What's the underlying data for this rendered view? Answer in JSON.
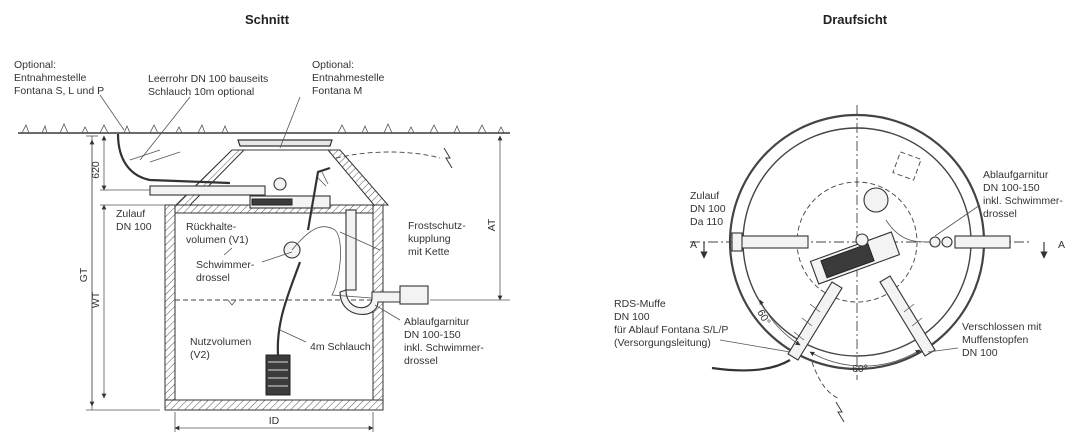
{
  "section_view": {
    "title": "Schnitt",
    "labels": {
      "optional_left": [
        "Optional:",
        "Entnahmestelle",
        "Fontana S, L und P"
      ],
      "leerrohr": [
        "Leerrohr DN 100 bauseits",
        "Schlauch 10m optional"
      ],
      "optional_right": [
        "Optional:",
        "Entnahmestelle",
        "Fontana M"
      ],
      "zulauf": [
        "Zulauf",
        "DN 100"
      ],
      "rueckhaltevolumen": [
        "Rückhalte-",
        "volumen (V1)"
      ],
      "frostschutz": [
        "Frostschutz-",
        "kupplung",
        "mit Kette"
      ],
      "schwimmerdrossel": [
        "Schwimmer-",
        "drossel"
      ],
      "nutzvolumen": [
        "Nutzvolumen",
        "(V2)"
      ],
      "schlauch": "4m Schlauch",
      "ablaufgarnitur": [
        "Ablaufgarnitur",
        "DN 100-150",
        "inkl. Schwimmer-",
        "drossel"
      ]
    },
    "dimensions": {
      "depth_620": "620",
      "gt": "GT",
      "wt": "WT",
      "at": "AT",
      "id": "ID"
    }
  },
  "top_view": {
    "title": "Draufsicht",
    "labels": {
      "zulauf": [
        "Zulauf",
        "DN 100",
        "Da 110"
      ],
      "ablaufgarnitur": [
        "Ablaufgarnitur",
        "DN 100-150",
        "inkl. Schwimmer-",
        "drossel"
      ],
      "rds_muffe": [
        "RDS-Muffe",
        "DN 100",
        "für Ablauf Fontana S/L/P",
        "(Versorgungsleitung)"
      ],
      "verschlossen": [
        "Verschlossen mit",
        "Muffenstopfen",
        "DN 100"
      ],
      "section_mark_left": "A",
      "section_mark_right": "A",
      "angle_1": "60°",
      "angle_2": "60°"
    }
  }
}
